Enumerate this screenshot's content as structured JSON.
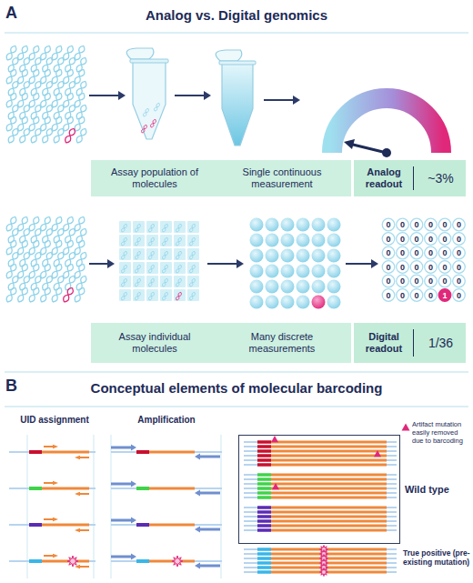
{
  "diagram": {
    "nodes": [
      {
        "text": [
          "Assay population of molecules",
          "Single continuous measurement"
        ]
      },
      {
        "text": [
          "Analog readout",
          "~3%"
        ],
        "in": 0
      },
      {
        "text": [
          "Assay individual molecules",
          "Many discrete measurements"
        ]
      },
      {
        "text": [
          "Digital readout",
          "1/36"
        ],
        "in": 2
      },
      {
        "text": [
          "Wild type"
        ]
      }
    ],
    "labels": [
      "A",
      "Analog vs. Digital genomics",
      "B",
      "Conceptual elements of molecular barcoding",
      "UID assignment",
      "Amplification",
      "True positive (pre-existing mutation)",
      "0",
      "0",
      "0",
      "0",
      "0",
      "0",
      "0",
      "0",
      "0",
      "0",
      "0",
      "0",
      "0",
      "0",
      "0",
      "0",
      "0",
      "0",
      "0",
      "0",
      "0",
      "0",
      "0",
      "0",
      "0",
      "0",
      "0",
      "0",
      "0",
      "0",
      "0",
      "0",
      "0",
      "0",
      "1",
      "0"
    ],
    "legend": [
      {
        "text": "Artifact mutation easily removed due to barcoding"
      }
    ]
  }
}
